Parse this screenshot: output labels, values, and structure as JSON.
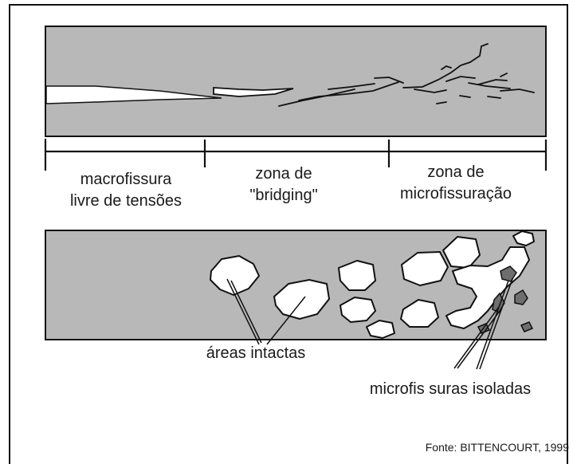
{
  "colors": {
    "panel_fill": "#b8b8b8",
    "line": "#111111",
    "background": "#ffffff"
  },
  "zones": [
    {
      "line1": "macrofissura",
      "line2": "livre de tensões"
    },
    {
      "line1": "zona de",
      "line2": "\"bridging\""
    },
    {
      "line1": "zona de",
      "line2": "microfissuração"
    }
  ],
  "labels": {
    "intact": "áreas intactas",
    "microcracks": "microfis suras isoladas"
  },
  "source": "Fonte: BITTENCOURT, 1999"
}
